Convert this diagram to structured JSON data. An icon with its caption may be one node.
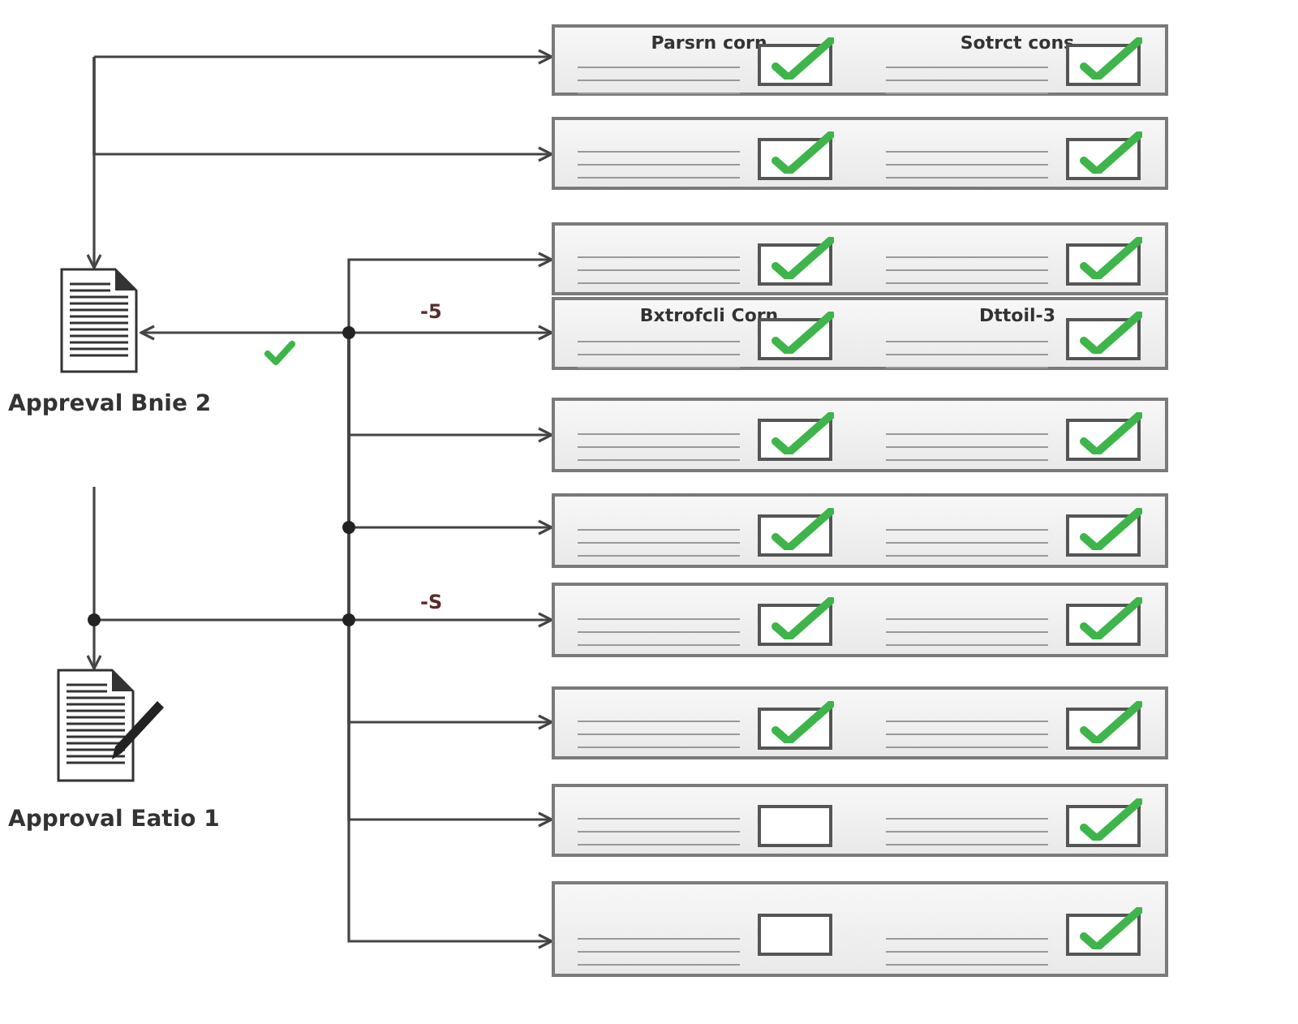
{
  "diagram": {
    "nodes": [
      {
        "text": [],
        "shape": "picture",
        "beside": [
          "Appreval Bnie 2"
        ]
      },
      {
        "text": [],
        "shape": "picture",
        "beside": [
          "Approval Eatio 1"
        ]
      },
      {
        "text": [
          "Parsrn corn",
          "Sotrct cons"
        ]
      },
      {
        "text": [],
        "shape": "check",
        "in": 2
      },
      {
        "text": [],
        "shape": "check",
        "in": 2
      },
      {
        "text": [],
        "shape": "box"
      },
      {
        "text": [],
        "shape": "check",
        "in": 5
      },
      {
        "text": [],
        "shape": "check",
        "in": 5
      },
      {
        "text": [],
        "shape": "box"
      },
      {
        "text": [],
        "shape": "check",
        "in": 8
      },
      {
        "text": [],
        "shape": "check",
        "in": 8
      },
      {
        "text": [
          "Bxtrofcli Corn",
          "Dttoil-3"
        ]
      },
      {
        "text": [],
        "shape": "check",
        "in": 11
      },
      {
        "text": [],
        "shape": "check",
        "in": 11
      },
      {
        "text": [],
        "shape": "box"
      },
      {
        "text": [],
        "shape": "check",
        "in": 14
      },
      {
        "text": [],
        "shape": "check",
        "in": 14
      },
      {
        "text": [],
        "shape": "box"
      },
      {
        "text": [],
        "shape": "check",
        "in": 17
      },
      {
        "text": [],
        "shape": "check",
        "in": 17
      },
      {
        "text": [],
        "shape": "box"
      },
      {
        "text": [],
        "shape": "check",
        "in": 20
      },
      {
        "text": [],
        "shape": "check",
        "in": 20
      },
      {
        "text": [],
        "shape": "box"
      },
      {
        "text": [],
        "shape": "check",
        "in": 23
      },
      {
        "text": [],
        "shape": "check",
        "in": 23
      },
      {
        "text": [],
        "shape": "box"
      },
      {
        "text": [],
        "shape": "box",
        "in": 26
      },
      {
        "text": [],
        "shape": "check",
        "in": 26
      },
      {
        "text": [],
        "shape": "box"
      },
      {
        "text": [],
        "shape": "box",
        "in": 29
      },
      {
        "text": [],
        "shape": "check",
        "in": 29
      }
    ],
    "edges": [
      {
        "from": null,
        "to": 2,
        "arrow": "to"
      },
      {
        "from": null,
        "to": 5,
        "arrow": "to"
      },
      {
        "from": null,
        "to": 0,
        "arrow": "to"
      },
      {
        "from": null,
        "to": 0,
        "arrow": "to"
      },
      {
        "from": null,
        "to": 8,
        "arrow": "to"
      },
      {
        "from": null,
        "to": 11,
        "arrow": "to",
        "label": "-5"
      },
      {
        "from": null,
        "to": 14,
        "arrow": "to"
      },
      {
        "from": null,
        "to": 17,
        "arrow": "to"
      },
      {
        "from": null,
        "to": 20,
        "arrow": "to",
        "label": "-S"
      },
      {
        "from": null,
        "to": 23,
        "arrow": "to"
      },
      {
        "from": null,
        "to": 26,
        "arrow": "to"
      },
      {
        "from": null,
        "to": 29,
        "arrow": "to"
      },
      {
        "from": null,
        "to": 1,
        "arrow": "to"
      }
    ]
  }
}
